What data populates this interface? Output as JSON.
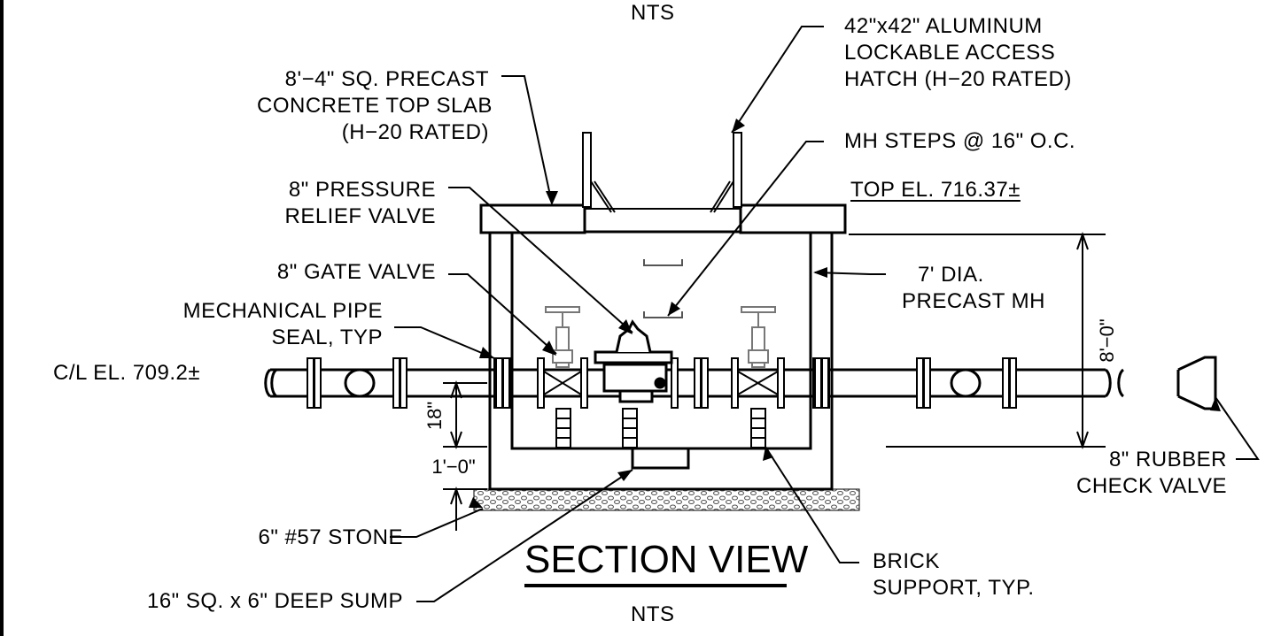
{
  "top_note": "NTS",
  "labels": {
    "hatch": [
      "42\"x42\" ALUMINUM",
      "LOCKABLE ACCESS",
      "HATCH (H−20 RATED)"
    ],
    "top_slab": [
      "8'−4\" SQ. PRECAST",
      "CONCRETE TOP SLAB",
      "(H−20 RATED)"
    ],
    "mh_steps": "MH STEPS @ 16\" O.C.",
    "pressure_relief": [
      "8\" PRESSURE",
      "RELIEF VALVE"
    ],
    "top_el": "TOP EL. 716.37±",
    "gate_valve": "8\" GATE VALVE",
    "manhole": [
      "7' DIA.",
      "PRECAST MH"
    ],
    "pipe_seal": [
      "MECHANICAL PIPE",
      "SEAL, TYP"
    ],
    "cl_el": "C/L EL. 709.2±",
    "stone": "6\" #57 STONE",
    "sump": "16\" SQ. x 6\" DEEP SUMP",
    "brick": [
      "BRICK",
      "SUPPORT, TYP."
    ],
    "check_valve": [
      "8\" RUBBER",
      "CHECK VALVE"
    ]
  },
  "dimensions": {
    "height": "8'−0\"",
    "pipe_to_floor": "18\"",
    "floor_thickness": "1'−0\""
  },
  "title": {
    "main": "SECTION VIEW",
    "scale": "NTS"
  }
}
